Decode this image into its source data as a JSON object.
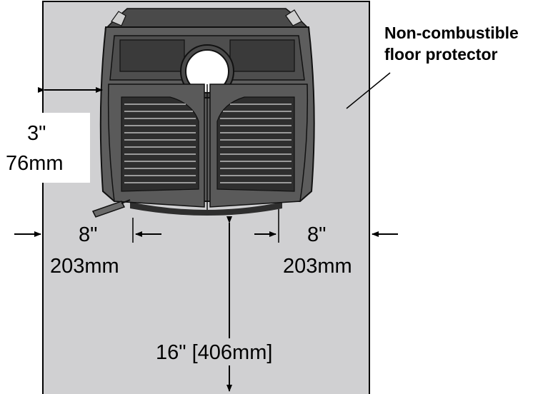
{
  "callout": {
    "line1": "Non-combustible",
    "line2": "floor protector"
  },
  "clearances": {
    "side": {
      "imperial": "3\"",
      "metric": "76mm"
    },
    "left_front": {
      "imperial": "8\"",
      "metric": "203mm"
    },
    "right_front": {
      "imperial": "8\"",
      "metric": "203mm"
    },
    "front": {
      "label": "16\" [406mm]"
    }
  },
  "colors": {
    "floor_protector": "#d0d0d2",
    "stove_body": "#5d5d5d",
    "stove_dark": "#3a3a3a",
    "line": "#000000"
  }
}
